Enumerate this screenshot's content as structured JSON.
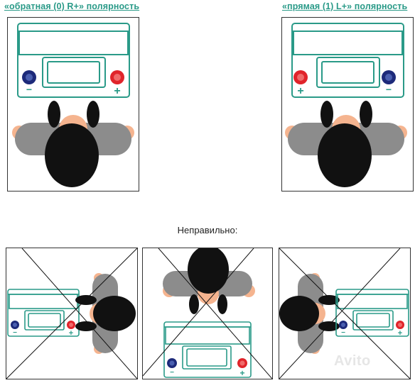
{
  "headings": {
    "left": "«обратная (0) R+» полярность",
    "right": "«прямая (1) L+» полярность"
  },
  "wrong_label": "Неправильно:",
  "terminals": {
    "plus": "+",
    "minus": "−"
  },
  "colors": {
    "battery_outline": "#2a9a88",
    "positive_terminal": "#e0242b",
    "negative_terminal": "#1d2a7a",
    "shirt": "#8c8c8c",
    "skin": "#f5b48f",
    "hair": "#111111",
    "heading_link": "#2a9a88"
  },
  "watermark": "Avito"
}
